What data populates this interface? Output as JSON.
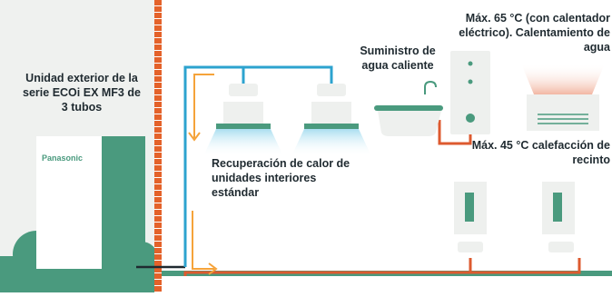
{
  "brand": "Panasonic",
  "labels": {
    "outdoor_unit": "Unidad exterior de la serie ECOi EX MF3 de 3 tubos",
    "heat_recovery": "Recuperación de calor de unidades interiores estándar",
    "hot_water_supply": "Suministro de agua caliente",
    "water_heating": "Máx. 65 °C (con calentador eléctrico). Calentamiento de agua",
    "space_heating": "Máx. 45 °C calefacción de recinto"
  },
  "colors": {
    "building": "#eff1ef",
    "unit_green": "#4a9a7e",
    "brick": "#e4622a",
    "pipe_blue": "#2da3cf",
    "pipe_orange": "#f5a33a",
    "pipe_red": "#dd5a2f",
    "cool_air": "#bfe6f1",
    "warm_air": "#f5c7b8"
  },
  "icons": [
    "outdoor-unit",
    "brick-wall",
    "ceiling-cassette",
    "bathtub",
    "hot-water-tank",
    "water-heater",
    "floor-console",
    "refrigerant-pipe"
  ]
}
